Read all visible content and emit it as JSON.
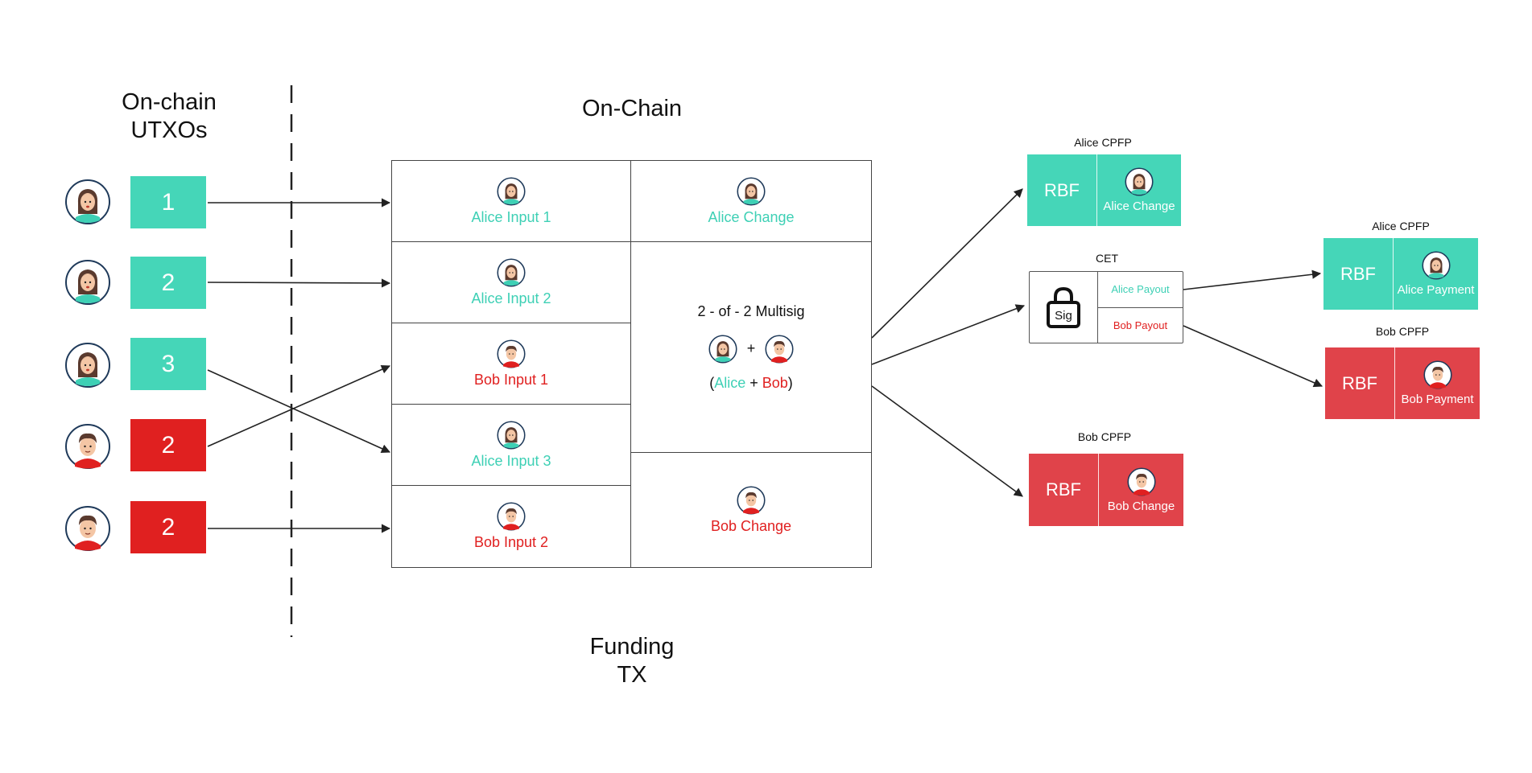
{
  "headings": {
    "utxos": [
      "On-chain",
      "UTXOs"
    ],
    "onchain": "On-Chain",
    "funding": [
      "Funding",
      "TX"
    ]
  },
  "utxos": [
    {
      "value": "1",
      "owner": "alice"
    },
    {
      "value": "2",
      "owner": "alice"
    },
    {
      "value": "3",
      "owner": "alice"
    },
    {
      "value": "2",
      "owner": "bob"
    },
    {
      "value": "2",
      "owner": "bob"
    }
  ],
  "funding_inputs": [
    {
      "label": "Alice Input 1",
      "owner": "alice"
    },
    {
      "label": "Alice Input 2",
      "owner": "alice"
    },
    {
      "label": "Bob Input 1",
      "owner": "bob"
    },
    {
      "label": "Alice Input 3",
      "owner": "alice"
    },
    {
      "label": "Bob Input 2",
      "owner": "bob"
    }
  ],
  "funding_outputs": {
    "alice_change": "Alice Change",
    "multisig_title": "2 - of - 2 Multisig",
    "plus": "+",
    "paren_open": "(",
    "alice": "Alice",
    "plus2": " + ",
    "bob": "Bob",
    "paren_close": ")",
    "bob_change": "Bob Change"
  },
  "alice_cpfp_1": {
    "title": "Alice CPFP",
    "rbf": "RBF",
    "label": "Alice Change"
  },
  "cet": {
    "title": "CET",
    "lock_label": "Sig",
    "alice_payout": "Alice Payout",
    "bob_payout": "Bob Payout"
  },
  "bob_cpfp_1": {
    "title": "Bob CPFP",
    "rbf": "RBF",
    "label": "Bob Change"
  },
  "alice_cpfp_2": {
    "title": "Alice CPFP",
    "rbf": "RBF",
    "label": "Alice Payment"
  },
  "bob_cpfp_2": {
    "title": "Bob CPFP",
    "rbf": "RBF",
    "label": "Bob Payment"
  },
  "colors": {
    "alice": "#45d6b8",
    "bob_utxo": "#e02020",
    "bob_box": "#e0434a"
  }
}
